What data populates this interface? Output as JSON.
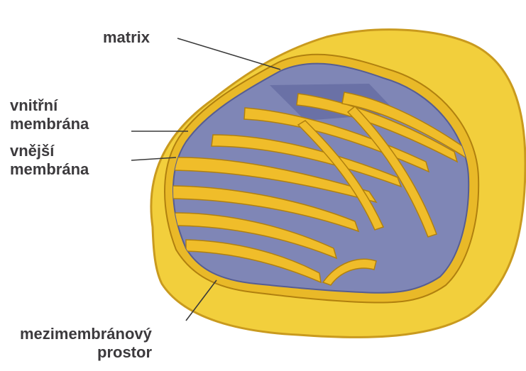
{
  "labels": {
    "matrix": "matrix",
    "inner_membrane": [
      "vnitřní",
      "membrána"
    ],
    "outer_membrane": [
      "vnější",
      "membrána"
    ],
    "intermembrane_space": [
      "mezimembránový",
      "prostor"
    ]
  },
  "colors": {
    "outer_membrane": "#f2cf3c",
    "outer_edge": "#c99a1e",
    "matrix": "#7f86b6",
    "matrix_dark": "#565d92",
    "crista": "#f0bd2a",
    "crista_edge": "#b0800f",
    "leader_line": "#3a3a3a",
    "label_text": "#3c3a3d"
  }
}
